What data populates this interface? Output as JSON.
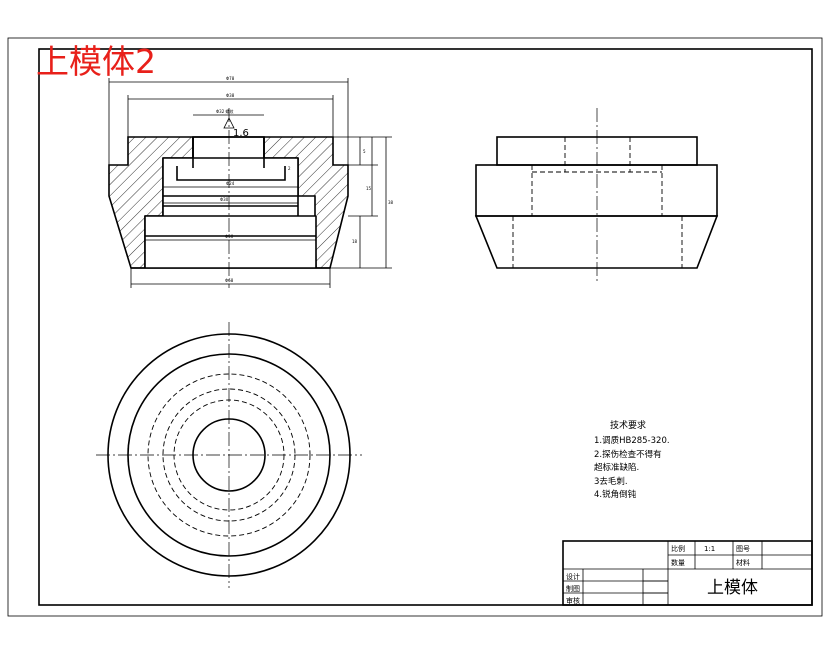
{
  "overlay_title": "上模体2",
  "roughness": "1.6",
  "dimensions": {
    "overall_width": "Φ78",
    "upper_width": "Φ38",
    "hole_label": "Φ32 螺纹",
    "inner_1": "Φ24",
    "inner_2": "Φ30",
    "inner_3": "Φ50",
    "bottom": "Φ68",
    "h1": "5",
    "h2": "15",
    "h3": "18",
    "h_total": "38",
    "small": "2"
  },
  "technical_requirements": {
    "title": "技术要求",
    "items": [
      "1.调质HB285-320.",
      "2.探伤检查不得有",
      "超标准缺陷.",
      "3去毛刺.",
      "4.锐角倒钝"
    ]
  },
  "title_block": {
    "scale_label": "比例",
    "scale_value": "1:1",
    "drawing_no_label": "图号",
    "quantity_label": "数量",
    "material_label": "材料",
    "designer_label": "设计",
    "drafter_label": "制图",
    "checker_label": "审核",
    "part_name": "上模体"
  }
}
